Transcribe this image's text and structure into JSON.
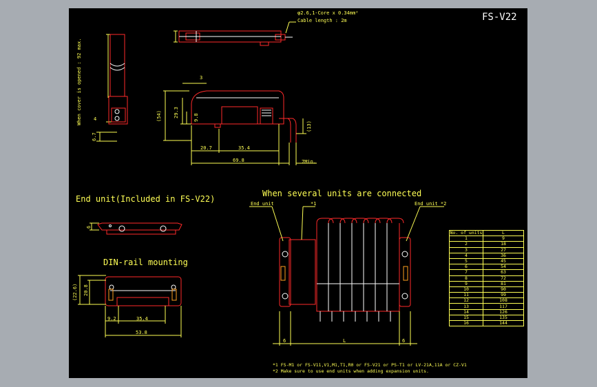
{
  "model": "FS-V22",
  "cable_spec": {
    "line1": "φ2.6,1-Core x 0.34mm²",
    "line2": "Cable length : 2m"
  },
  "cover_note": "When cover is opened : 92 max.",
  "top_dims": {
    "h_54": "(54)",
    "h_293": "29.3",
    "h_98": "9.8",
    "d_3": "3",
    "d_13": "(13)",
    "w_207": "20.7",
    "w_354": "35.4",
    "w_698": "69.8",
    "w_7min": "7Min.",
    "d_4": "4",
    "d_67": "6.7"
  },
  "end_unit": {
    "title": "End unit(Included in FS-V22)",
    "d_6": "6"
  },
  "din": {
    "title": "DIN-rail mounting",
    "h_226": "(22.6)",
    "h_208": "20.8",
    "w_92": "9.2",
    "w_354": "35.4",
    "w_538": "53.8"
  },
  "multi": {
    "title": "When several units are connected",
    "label_end_unit": "End unit",
    "label_star1": "*1",
    "label_end_unit2": "End unit *2",
    "d_left": "6",
    "d_L": "L",
    "d_right": "6"
  },
  "table": {
    "col1": "No. of units",
    "col2": "L",
    "rows": [
      [
        "1",
        "9"
      ],
      [
        "2",
        "18"
      ],
      [
        "3",
        "27"
      ],
      [
        "4",
        "36"
      ],
      [
        "5",
        "45"
      ],
      [
        "6",
        "54"
      ],
      [
        "7",
        "63"
      ],
      [
        "8",
        "72"
      ],
      [
        "9",
        "81"
      ],
      [
        "10",
        "90"
      ],
      [
        "11",
        "99"
      ],
      [
        "12",
        "108"
      ],
      [
        "13",
        "117"
      ],
      [
        "14",
        "126"
      ],
      [
        "15",
        "135"
      ],
      [
        "16",
        "144"
      ]
    ]
  },
  "notes": {
    "n1": "*1  FS-M1 or FS-V11,V1,M1,T1,R0 or FS-V21 or PS-T1 or LV-21A,11A or CZ-V1",
    "n2": "*2  Make sure to use end units when adding expansion units."
  },
  "colors": {
    "background_outer": "#a7acb2",
    "canvas": "#000000",
    "dimension": "#ffff55",
    "outline": "#ff2a2a",
    "detail": "#ffffff"
  }
}
